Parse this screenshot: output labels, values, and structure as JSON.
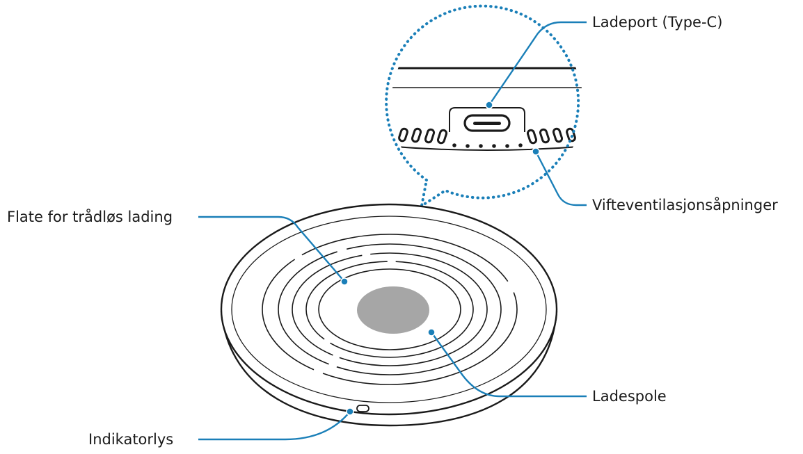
{
  "labels": {
    "charging_port": "Ladeport (Type-C)",
    "fan_vents": "Vifteventilasjonsåpninger",
    "wireless_surface": "Flate for trådløs lading",
    "charging_coil": "Ladespole",
    "indicator_light": "Indikatorlys"
  },
  "colors": {
    "callout": "#1a7fb8",
    "outline": "#1a1a1a",
    "coil": "#a6a6a6",
    "text": "#1a1a1a"
  }
}
